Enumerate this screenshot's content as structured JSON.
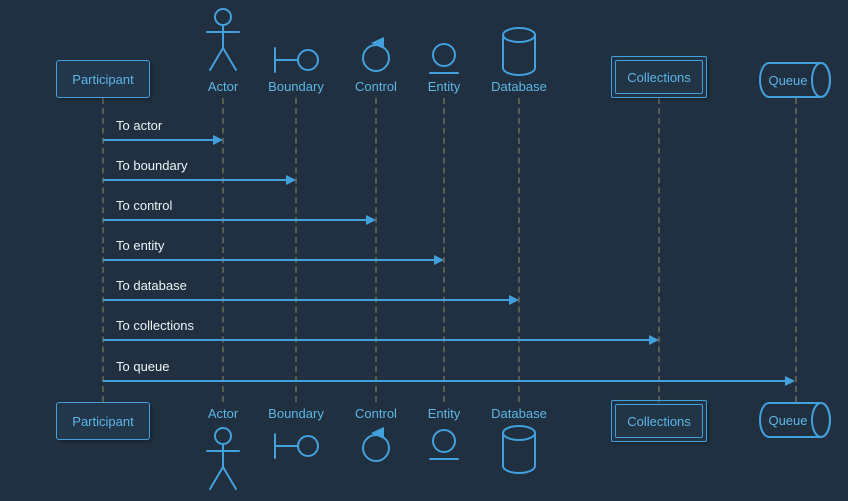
{
  "diagram": {
    "type": "uml-sequence-diagram",
    "theme": {
      "background": "#203040",
      "accent": "#42a0dc",
      "participant_label_color": "#5cb6e6",
      "message_text_color": "#eef3f7",
      "lifeline_color": "#6b6b5a"
    },
    "participants": [
      {
        "name": "Participant",
        "kind": "participant-box"
      },
      {
        "name": "Actor",
        "kind": "actor-stick-figure"
      },
      {
        "name": "Boundary",
        "kind": "boundary-icon"
      },
      {
        "name": "Control",
        "kind": "control-icon"
      },
      {
        "name": "Entity",
        "kind": "entity-icon"
      },
      {
        "name": "Database",
        "kind": "database-cylinder"
      },
      {
        "name": "Collections",
        "kind": "collections-double-box"
      },
      {
        "name": "Queue",
        "kind": "queue-cylinder"
      }
    ],
    "messages": [
      {
        "label": "To actor",
        "from": "Participant",
        "to": "Actor"
      },
      {
        "label": "To boundary",
        "from": "Participant",
        "to": "Boundary"
      },
      {
        "label": "To control",
        "from": "Participant",
        "to": "Control"
      },
      {
        "label": "To entity",
        "from": "Participant",
        "to": "Entity"
      },
      {
        "label": "To database",
        "from": "Participant",
        "to": "Database"
      },
      {
        "label": "To collections",
        "from": "Participant",
        "to": "Collections"
      },
      {
        "label": "To queue",
        "from": "Participant",
        "to": "Queue"
      }
    ]
  }
}
